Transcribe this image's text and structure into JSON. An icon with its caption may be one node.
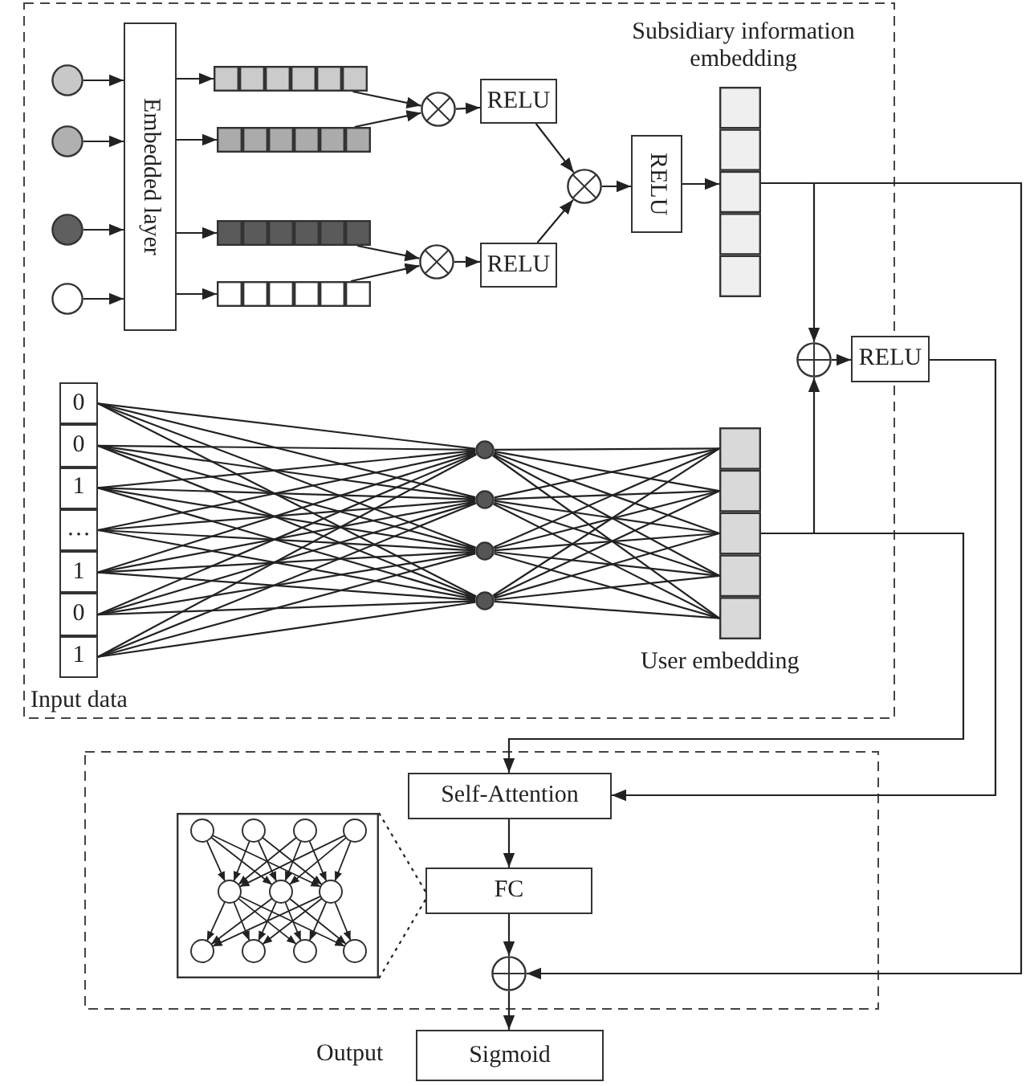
{
  "diagram": {
    "nodes": [
      {
        "text": [],
        "shape": "circle"
      },
      {
        "text": [],
        "shape": "circle"
      },
      {
        "text": [],
        "shape": "circle"
      },
      {
        "text": [],
        "shape": "circle"
      },
      {
        "text": [
          "Embedded layer"
        ]
      },
      {
        "text": [],
        "shape": "bar"
      },
      {
        "text": [],
        "shape": "bar"
      },
      {
        "text": [],
        "shape": "bar"
      },
      {
        "text": [],
        "shape": "bar"
      },
      {
        "text": [],
        "shape": "circle"
      },
      {
        "text": [
          "RELU"
        ]
      },
      {
        "text": [],
        "shape": "circle"
      },
      {
        "text": [
          "RELU"
        ]
      },
      {
        "text": [],
        "shape": "circle"
      },
      {
        "text": [
          "RELU"
        ]
      },
      {
        "text": [],
        "shape": "bar",
        "beside": [
          "Subsidiary information embedding"
        ]
      },
      {
        "text": [
          "0",
          "0",
          "1",
          "…",
          "1",
          "0",
          "1"
        ],
        "beside": [
          "Input data"
        ]
      },
      {
        "text": [],
        "shape": "circle"
      },
      {
        "text": [],
        "shape": "circle"
      },
      {
        "text": [],
        "shape": "circle"
      },
      {
        "text": [],
        "shape": "circle"
      },
      {
        "text": [],
        "shape": "bar",
        "beside": [
          "User embedding"
        ]
      },
      {
        "text": [],
        "shape": "circle"
      },
      {
        "text": [
          "RELU"
        ]
      },
      {
        "text": [
          "Self-Attention"
        ]
      },
      {
        "text": [
          "FC"
        ]
      },
      {
        "text": [],
        "shape": "circle"
      },
      {
        "text": [
          "Sigmoid"
        ],
        "beside": [
          "Output"
        ]
      },
      {
        "text": [],
        "shape": "picture"
      }
    ],
    "edges": [
      {
        "from": 0,
        "to": 4,
        "arrow": "to"
      },
      {
        "from": 1,
        "to": 4,
        "arrow": "to"
      },
      {
        "from": 2,
        "to": 4,
        "arrow": "to"
      },
      {
        "from": 3,
        "to": 4,
        "arrow": "to"
      },
      {
        "from": 4,
        "to": 5,
        "arrow": "to"
      },
      {
        "from": 4,
        "to": 6,
        "arrow": "to"
      },
      {
        "from": 4,
        "to": 7,
        "arrow": "to"
      },
      {
        "from": 4,
        "to": 8,
        "arrow": "to"
      },
      {
        "from": 5,
        "to": 9,
        "arrow": "to"
      },
      {
        "from": 6,
        "to": 9,
        "arrow": "to"
      },
      {
        "from": 7,
        "to": 11,
        "arrow": "to"
      },
      {
        "from": 8,
        "to": 11,
        "arrow": "to"
      },
      {
        "from": 9,
        "to": 10,
        "arrow": "to"
      },
      {
        "from": 11,
        "to": 12,
        "arrow": "to"
      },
      {
        "from": 10,
        "to": 13,
        "arrow": "to"
      },
      {
        "from": 12,
        "to": 13,
        "arrow": "to"
      },
      {
        "from": 13,
        "to": 14,
        "arrow": "to"
      },
      {
        "from": 14,
        "to": 15,
        "arrow": "to"
      },
      {
        "from": 15,
        "to": 22,
        "arrow": "to"
      },
      {
        "from": 21,
        "to": 22,
        "arrow": "to"
      },
      {
        "from": 22,
        "to": 23,
        "arrow": "to"
      },
      {
        "from": 16,
        "to": 17,
        "arrow": "none"
      },
      {
        "from": 16,
        "to": 18,
        "arrow": "none"
      },
      {
        "from": 16,
        "to": 19,
        "arrow": "none"
      },
      {
        "from": 16,
        "to": 20,
        "arrow": "none"
      },
      {
        "from": 17,
        "to": 21,
        "arrow": "none"
      },
      {
        "from": 18,
        "to": 21,
        "arrow": "none"
      },
      {
        "from": 19,
        "to": 21,
        "arrow": "none"
      },
      {
        "from": 20,
        "to": 21,
        "arrow": "none"
      },
      {
        "from": 21,
        "to": 24,
        "arrow": "to"
      },
      {
        "from": 23,
        "to": 24,
        "arrow": "to"
      },
      {
        "from": 15,
        "to": 26,
        "arrow": "to"
      },
      {
        "from": 24,
        "to": 25,
        "arrow": "to"
      },
      {
        "from": 25,
        "to": 26,
        "arrow": "to"
      },
      {
        "from": 26,
        "to": 27,
        "arrow": "to"
      },
      {
        "from": 28,
        "to": 25,
        "arrow": "none",
        "style": "dashed"
      }
    ]
  }
}
